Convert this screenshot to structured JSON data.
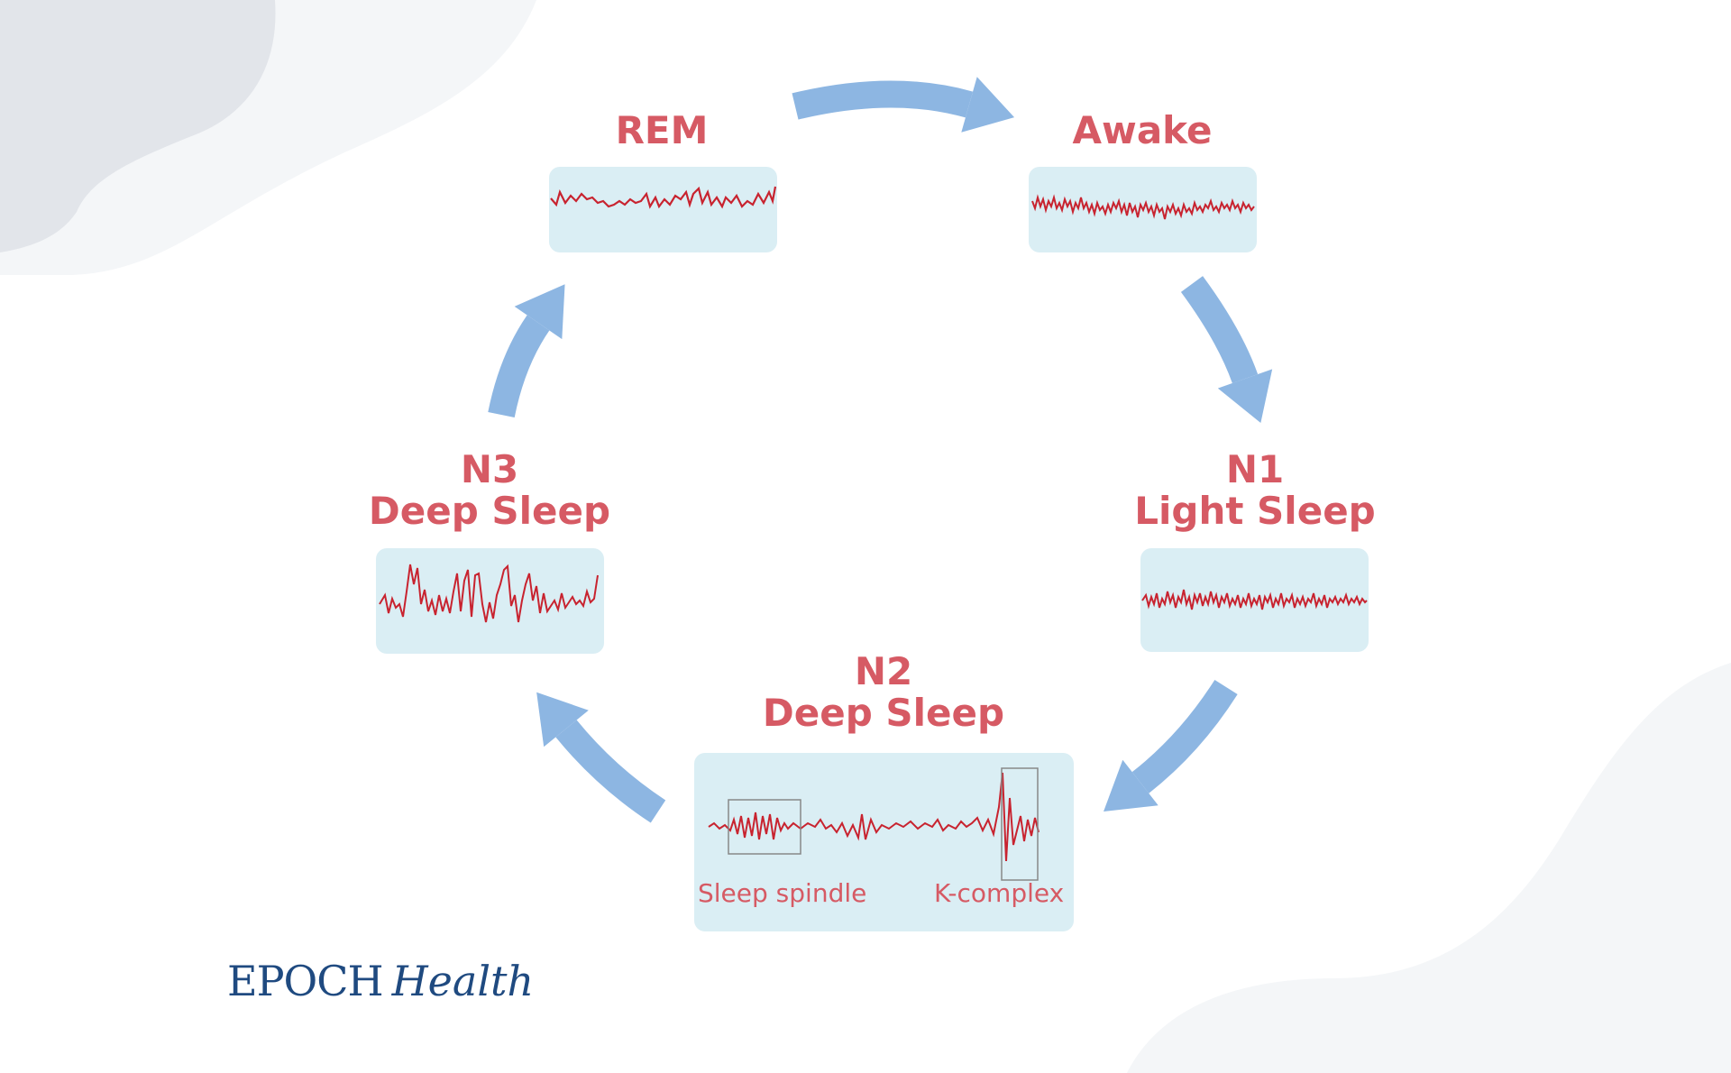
{
  "colors": {
    "stage_text": "#d65a64",
    "wave": "#c8232f",
    "box_bg": "#daeef4",
    "arrow": "#8db6e2",
    "brand": "#1f4a80",
    "blob_dark": "#e2e5ea",
    "blob_light": "#f4f6f8",
    "marker": "#888888"
  },
  "stages": {
    "rem": {
      "title_lines": [
        "REM"
      ]
    },
    "awake": {
      "title_lines": [
        "Awake"
      ]
    },
    "n1": {
      "title_lines": [
        "N1",
        "Light Sleep"
      ]
    },
    "n2": {
      "title_lines": [
        "N2",
        "Deep Sleep"
      ]
    },
    "n3": {
      "title_lines": [
        "N3",
        "Deep Sleep"
      ]
    }
  },
  "annotations": {
    "sleep_spindle": "Sleep spindle",
    "k_complex": "K-complex"
  },
  "brand": {
    "part1": "EPOCH",
    "part2": "Health"
  },
  "cycle_order": [
    "Awake",
    "N1 Light Sleep",
    "N2 Deep Sleep",
    "N3 Deep Sleep",
    "REM"
  ]
}
